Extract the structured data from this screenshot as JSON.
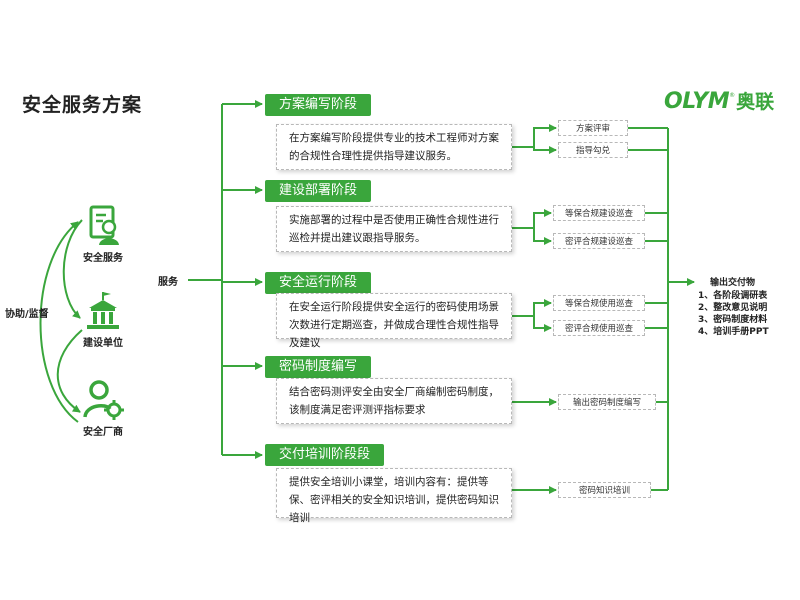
{
  "title": "安全服务方案",
  "logo": {
    "latin": "OLYM",
    "reg": "®",
    "cn": "奥联"
  },
  "actors": [
    {
      "label": "安全服务",
      "icon": "certificate-person-icon"
    },
    {
      "label": "建设单位",
      "icon": "government-building-icon"
    },
    {
      "label": "安全厂商",
      "icon": "person-gear-icon"
    }
  ],
  "relation_label": "协助/监督",
  "service_label": "服务",
  "stages": [
    {
      "title": "方案编写阶段",
      "desc": "在方案编写阶段提供专业的技术工程师对方案的合规性合理性提供指导建议服务。",
      "outputs": [
        "方案评审",
        "指导勾兑"
      ]
    },
    {
      "title": "建设部署阶段",
      "desc": "实施部署的过程中是否使用正确性合规性进行巡检并提出建议跟指导服务。",
      "outputs": [
        "等保合规建设巡查",
        "密评合规建设巡查"
      ]
    },
    {
      "title": "安全运行阶段",
      "desc": "在安全运行阶段提供安全运行的密码使用场景次数进行定期巡查，并做成合理性合规性指导及建议",
      "outputs": [
        "等保合规使用巡查",
        "密评合规使用巡查"
      ]
    },
    {
      "title": "密码制度编写",
      "desc": "结合密码测评安全由安全厂商编制密码制度，该制度满足密评测评指标要求",
      "outputs": [
        "输出密码制度编写"
      ]
    },
    {
      "title": "交付培训阶段段",
      "desc": "提供安全培训小课堂，培训内容有：提供等保、密评相关的安全知识培训，提供密码知识培训",
      "outputs": [
        "密码知识培训"
      ]
    }
  ],
  "deliverables": {
    "title": "输出交付物",
    "items": [
      "1、各阶段调研表",
      "2、整改意见说明",
      "3、密码制度材料",
      "4、培训手册PPT"
    ]
  },
  "colors": {
    "accent": "#3aa63c",
    "text": "#222222",
    "dashed_border": "#b8b8b8"
  }
}
